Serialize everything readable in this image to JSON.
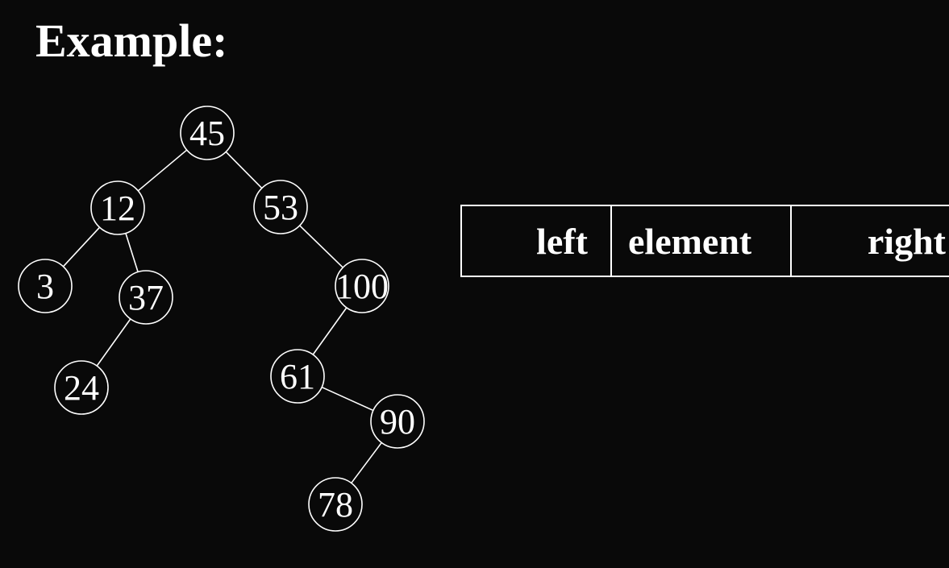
{
  "title": "Example:",
  "tree": {
    "nodes": [
      {
        "id": "n45",
        "label": "45"
      },
      {
        "id": "n12",
        "label": "12"
      },
      {
        "id": "n53",
        "label": "53"
      },
      {
        "id": "n3",
        "label": "3"
      },
      {
        "id": "n37",
        "label": "37"
      },
      {
        "id": "n100",
        "label": "100"
      },
      {
        "id": "n24",
        "label": "24"
      },
      {
        "id": "n61",
        "label": "61"
      },
      {
        "id": "n90",
        "label": "90"
      },
      {
        "id": "n78",
        "label": "78"
      }
    ],
    "edges": [
      [
        "n45",
        "n12"
      ],
      [
        "n45",
        "n53"
      ],
      [
        "n12",
        "n3"
      ],
      [
        "n12",
        "n37"
      ],
      [
        "n37",
        "n24"
      ],
      [
        "n53",
        "n100"
      ],
      [
        "n100",
        "n61"
      ],
      [
        "n61",
        "n90"
      ],
      [
        "n90",
        "n78"
      ]
    ]
  },
  "node_structure": {
    "left": "left",
    "element": "element",
    "right": "right"
  }
}
